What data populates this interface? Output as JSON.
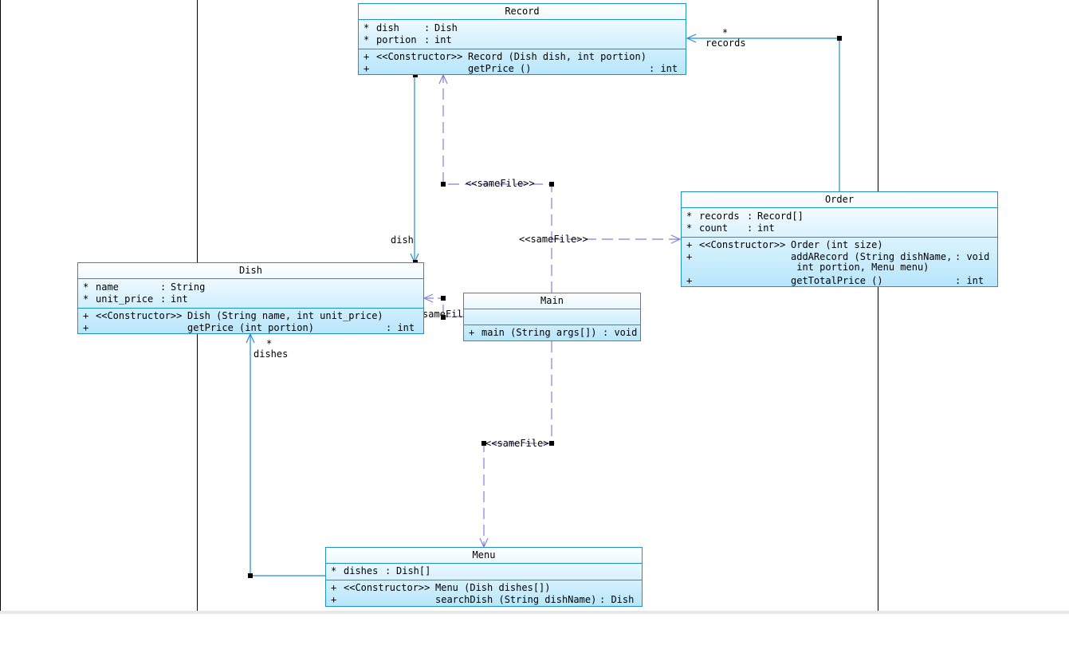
{
  "classes": {
    "record": {
      "name": "Record",
      "attributes": [
        {
          "vis": "*",
          "name": "dish",
          "sep": ":",
          "type": "Dish"
        },
        {
          "vis": "*",
          "name": "portion",
          "sep": ":",
          "type": "int"
        }
      ],
      "operations": [
        {
          "vis": "+",
          "stereo": "<<Constructor>>",
          "sig": "Record (Dish dish, int portion)",
          "ret": ""
        },
        {
          "vis": "+",
          "stereo": "",
          "sig": "getPrice ()",
          "ret": ": int"
        }
      ]
    },
    "order": {
      "name": "Order",
      "attributes": [
        {
          "vis": "*",
          "name": "records",
          "sep": ":",
          "type": "Record[]"
        },
        {
          "vis": "*",
          "name": "count",
          "sep": ":",
          "type": "int"
        }
      ],
      "operations": [
        {
          "vis": "+",
          "stereo": "<<Constructor>>",
          "sig": "Order (int size)",
          "ret": ""
        },
        {
          "vis": "+",
          "stereo": "",
          "sig": "addARecord (String dishName,",
          "ret": ": void"
        },
        {
          "vis": "",
          "stereo": "",
          "sig": " int portion, Menu menu)",
          "ret": ""
        },
        {
          "vis": "+",
          "stereo": "",
          "sig": "getTotalPrice ()",
          "ret": ": int"
        }
      ]
    },
    "dish": {
      "name": "Dish",
      "attributes": [
        {
          "vis": "*",
          "name": "name",
          "sep": ":",
          "type": "String"
        },
        {
          "vis": "*",
          "name": "unit_price",
          "sep": ":",
          "type": "int"
        }
      ],
      "operations": [
        {
          "vis": "+",
          "stereo": "<<Constructor>>",
          "sig": "Dish (String name, int unit_price)",
          "ret": ""
        },
        {
          "vis": "+",
          "stereo": "",
          "sig": "getPrice (int portion)",
          "ret": ": int"
        }
      ]
    },
    "main": {
      "name": "Main",
      "attributes": [],
      "operations": [
        {
          "vis": "+",
          "stereo": "",
          "sig": "main (String args[])",
          "ret": ": void"
        }
      ]
    },
    "menu": {
      "name": "Menu",
      "attributes": [
        {
          "vis": "*",
          "name": "dishes",
          "sep": ":",
          "type": "Dish[]"
        }
      ],
      "operations": [
        {
          "vis": "+",
          "stereo": "<<Constructor>>",
          "sig": "Menu (Dish dishes[])",
          "ret": ""
        },
        {
          "vis": "+",
          "stereo": "",
          "sig": "searchDish (String dishName)",
          "ret": ": Dish"
        }
      ]
    }
  },
  "connector_labels": {
    "records_mult": "*",
    "records_role": "records",
    "dish_role": "dish",
    "dishes_mult": "*",
    "dishes_role": "dishes",
    "samefile_record": "<<sameFile>>",
    "samefile_order": "<<sameFile>>",
    "samefile_dish": "sameFile",
    "samefile_menu": "<<sameFile>>"
  },
  "colors": {
    "association": "#1f8fd0",
    "dependency": "#8080e0",
    "handle": "#000000"
  }
}
